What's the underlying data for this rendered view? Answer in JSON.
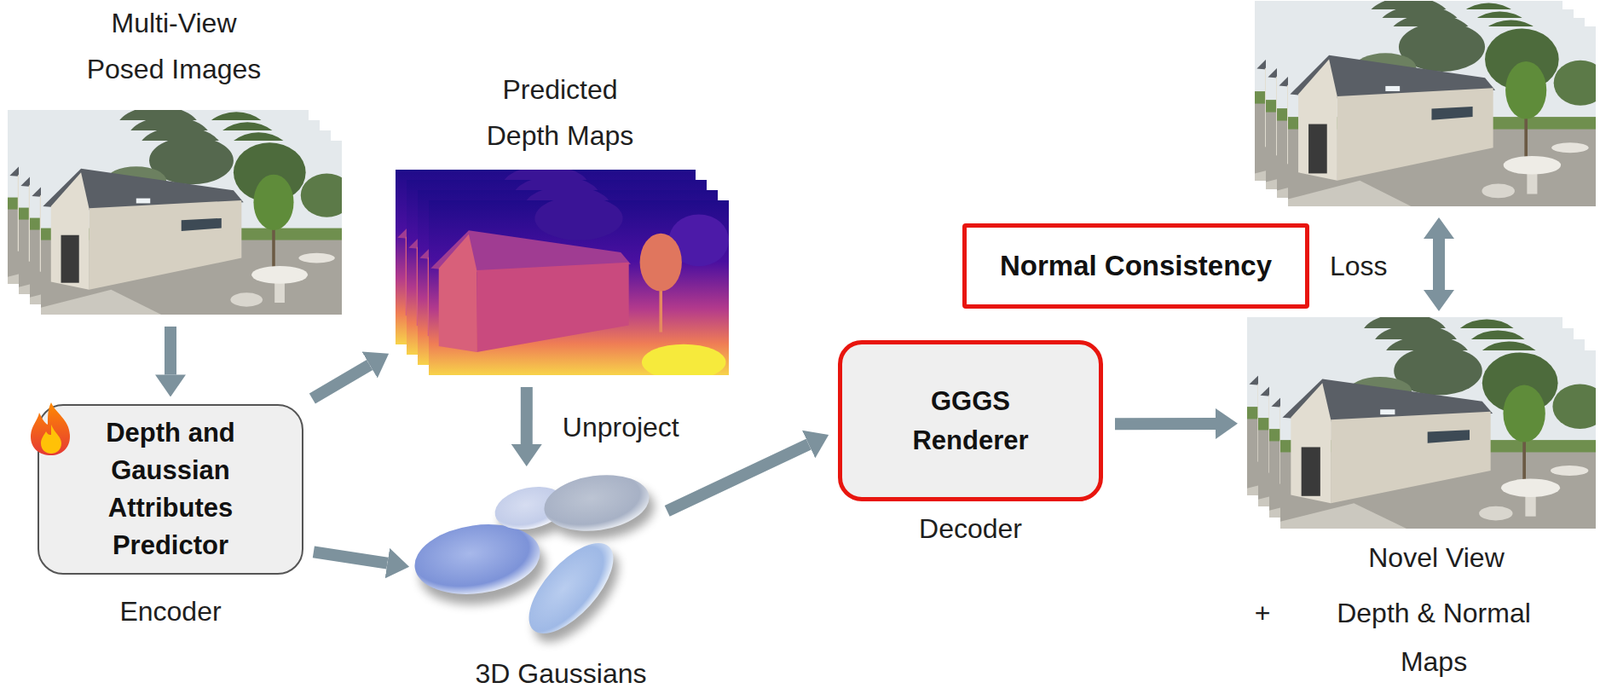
{
  "diagram": {
    "nodes": [
      {
        "text": [
          "Multi-View Posed Images"
        ]
      },
      {
        "text": [
          "Predicted Depth Maps"
        ]
      },
      {
        "text": [
          "Depth and Gaussian Attributes Predictor",
          "Encoder"
        ]
      },
      {
        "text": [
          "3D Gaussians"
        ]
      },
      {
        "text": [
          "GGGS Renderer",
          "Decoder"
        ]
      },
      {
        "text": [
          "Normal Consistency"
        ]
      },
      {
        "text": [
          "Novel View",
          "+",
          "Depth & Normal Maps"
        ]
      }
    ],
    "edges": [
      {
        "from": 0,
        "to": 2,
        "arrow": "to"
      },
      {
        "from": 2,
        "to": 1,
        "arrow": "to"
      },
      {
        "from": 2,
        "to": 3,
        "arrow": "to"
      },
      {
        "from": 1,
        "to": 3,
        "arrow": "to",
        "label": "Unproject"
      },
      {
        "from": 3,
        "to": 4,
        "arrow": "to"
      },
      {
        "from": 4,
        "to": 6,
        "arrow": "to"
      }
    ],
    "labels": [
      "Loss"
    ]
  }
}
